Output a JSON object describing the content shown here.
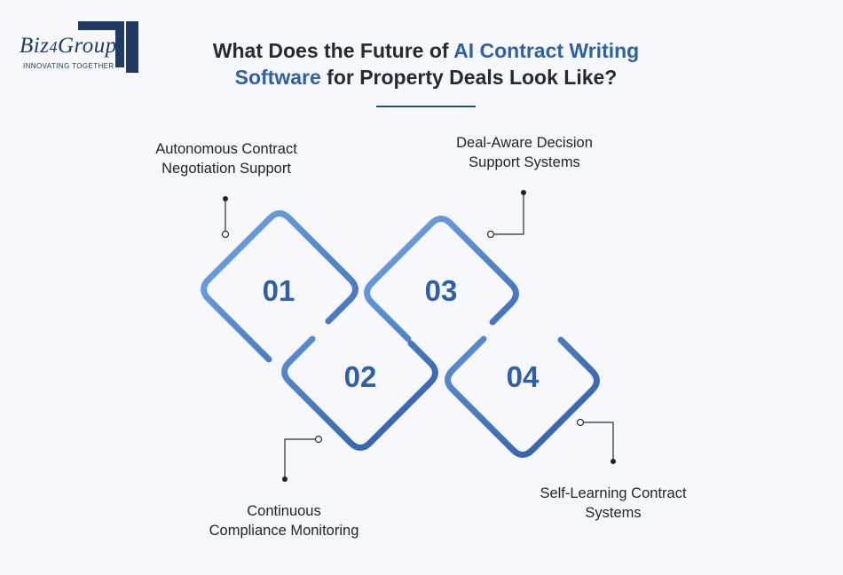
{
  "logo": {
    "name_left": "Biz",
    "name_mid": "4",
    "name_right": "Group",
    "tagline": "INNOVATING TOGETHER"
  },
  "title": {
    "part1": "What Does the Future of ",
    "highlight1": "AI Contract Writing",
    "highlight2": "Software",
    "part2": " for Property Deals Look Like?"
  },
  "steps": [
    {
      "number": "01",
      "label_line1": "Autonomous Contract",
      "label_line2": "Negotiation Support"
    },
    {
      "number": "02",
      "label_line1": "Continuous",
      "label_line2": "Compliance Monitoring"
    },
    {
      "number": "03",
      "label_line1": "Deal-Aware Decision",
      "label_line2": "Support Systems"
    },
    {
      "number": "04",
      "label_line1": "Self-Learning Contract",
      "label_line2": "Systems"
    }
  ],
  "colors": {
    "accent": "#2f5fa4",
    "light_stroke": "#6fa0df",
    "dark": "#1f3b63"
  }
}
